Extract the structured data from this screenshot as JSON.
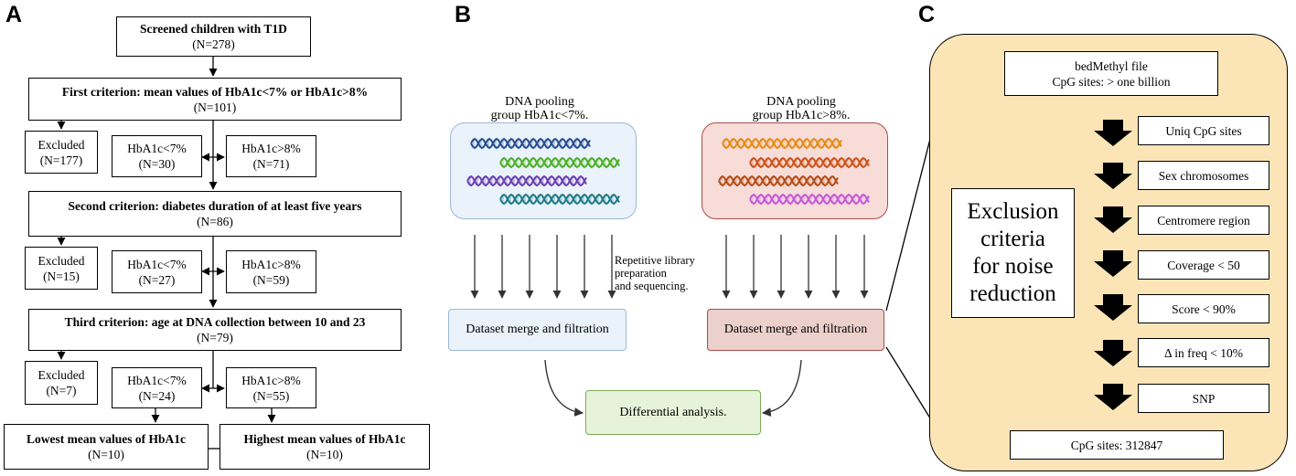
{
  "panels": {
    "a": "A",
    "b": "B",
    "c": "C"
  },
  "colors": {
    "pool_low_fill": "#eaf2fb",
    "pool_low_border": "#9db8d4",
    "pool_high_fill": "#f8dcd8",
    "pool_high_border": "#a84d48",
    "merge_low_fill": "#eaf2fb",
    "merge_low_border": "#9db8d4",
    "merge_high_fill": "#ecd0cc",
    "merge_high_border": "#a84d48",
    "diff_fill": "#e6f3da",
    "diff_border": "#7bab5b",
    "panel_c_fill": "#fbe5b6"
  },
  "icons": [
    "dna-strand-icon",
    "down-arrow-icon"
  ],
  "panel_a": {
    "screened": {
      "title": "Screened children with T1D",
      "n": "(N=278)"
    },
    "crit1": {
      "title": "First criterion: mean values of HbA1c<7% or HbA1c>8%",
      "n": "(N=101)"
    },
    "excl1": {
      "label": "Excluded",
      "n": "(N=177)"
    },
    "low1": {
      "label": "HbA1c<7%",
      "n": "(N=30)"
    },
    "high1": {
      "label": "HbA1c>8%",
      "n": "(N=71)"
    },
    "crit2": {
      "title": "Second criterion: diabetes duration of at least five years",
      "n": "(N=86)"
    },
    "excl2": {
      "label": "Excluded",
      "n": "(N=15)"
    },
    "low2": {
      "label": "HbA1c<7%",
      "n": "(N=27)"
    },
    "high2": {
      "label": "HbA1c>8%",
      "n": "(N=59)"
    },
    "crit3": {
      "title": "Third criterion: age at DNA collection between 10 and 23",
      "n": "(N=79)"
    },
    "excl3": {
      "label": "Excluded",
      "n": "(N=7)"
    },
    "low3": {
      "label": "HbA1c<7%",
      "n": "(N=24)"
    },
    "high3": {
      "label": "HbA1c>8%",
      "n": "(N=55)"
    },
    "lowest": {
      "title": "Lowest mean values of HbA1c",
      "n": "(N=10)"
    },
    "highest": {
      "title": "Highest mean values of HbA1c",
      "n": "(N=10)"
    }
  },
  "panel_b": {
    "pool_low_title": [
      "DNA pooling",
      "group HbA1c<7%."
    ],
    "pool_high_title": [
      "DNA pooling",
      "group HbA1c>8%."
    ],
    "repetitive": [
      "Repetitive library",
      "preparation",
      "and sequencing."
    ],
    "merge_low": "Dataset merge and filtration",
    "merge_high": "Dataset merge and filtration",
    "differential": "Differential analysis."
  },
  "panel_c": {
    "bedmethyl": [
      "bedMethyl file",
      "CpG sites: > one billion"
    ],
    "exclusion": [
      "Exclusion",
      "criteria",
      "for noise",
      "reduction"
    ],
    "steps": [
      "Uniq CpG sites",
      "Sex chromosomes",
      "Centromere region",
      "Coverage < 50",
      "Score < 90%",
      "Δ in freq < 10%",
      "SNP"
    ],
    "result": "CpG sites: 312847"
  }
}
